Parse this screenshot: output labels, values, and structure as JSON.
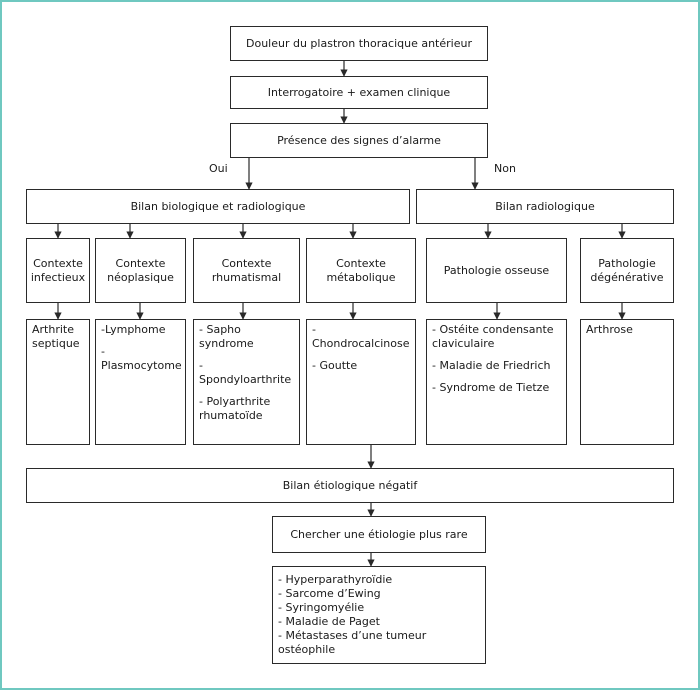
{
  "flow": {
    "top": "Douleur du plastron thoracique antérieur",
    "step2": "Interrogatoire + examen clinique",
    "step3": "Présence des signes d’alarme",
    "branch_yes": "Oui",
    "branch_no": "Non",
    "bilan_bio": "Bilan biologique et radiologique",
    "bilan_radio": "Bilan radiologique",
    "contexts": [
      "Contexte\ninfectieux",
      "Contexte\nnéoplasique",
      "Contexte\nrhumatismal",
      "Contexte\nmétabolique",
      "Pathologie osseuse",
      "Pathologie\ndégénérative"
    ],
    "diagnoses": [
      [
        "Arthrite\nseptique"
      ],
      [
        "-Lymphome",
        "-Plasmocytome"
      ],
      [
        "- Sapho syndrome",
        "- Spondyloarthrite",
        "- Polyarthrite\nrhumatoïde"
      ],
      [
        "- Chondrocalcinose",
        "- Goutte"
      ],
      [
        "- Ostéite condensante\nclaviculaire",
        "- Maladie de Friedrich",
        "- Syndrome de Tietze"
      ],
      [
        "Arthrose"
      ]
    ],
    "negative": "Bilan étiologique négatif",
    "rare": "Chercher une étiologie plus rare",
    "rare_list": [
      "- Hyperparathyroïdie",
      "- Sarcome d’Ewing",
      "- Syringomyélie",
      "- Maladie de Paget",
      "- Métastases d’une tumeur ostéophile"
    ]
  }
}
